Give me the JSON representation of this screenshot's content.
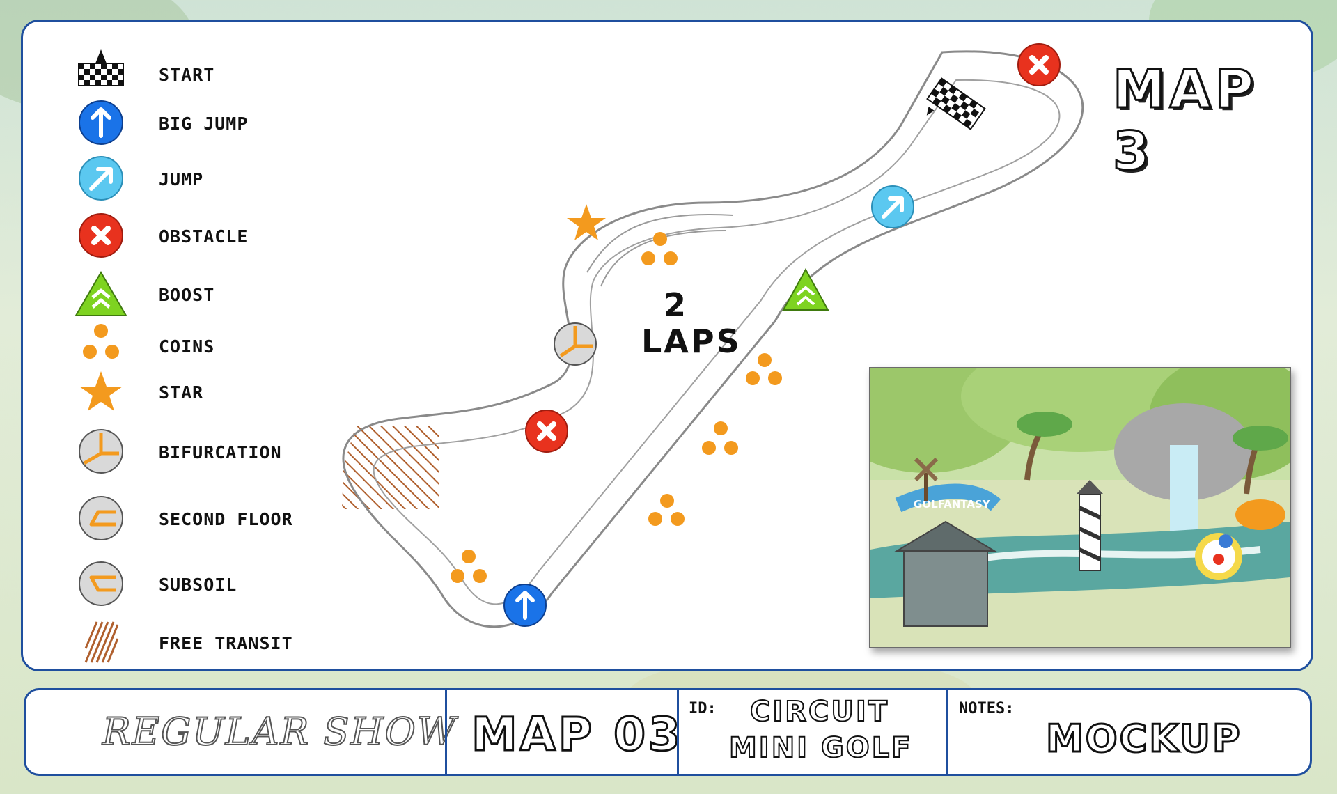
{
  "legend": [
    {
      "icon": "start-flag-icon",
      "label": "START"
    },
    {
      "icon": "big-jump-icon",
      "label": "BIG JUMP"
    },
    {
      "icon": "jump-icon",
      "label": "JUMP"
    },
    {
      "icon": "obstacle-icon",
      "label": "OBSTACLE"
    },
    {
      "icon": "boost-icon",
      "label": "BOOST"
    },
    {
      "icon": "coins-icon",
      "label": "COINS"
    },
    {
      "icon": "star-icon",
      "label": "STAR"
    },
    {
      "icon": "bifurcation-icon",
      "label": "BIFURCATION"
    },
    {
      "icon": "second-floor-icon",
      "label": "SECOND FLOOR"
    },
    {
      "icon": "subsoil-icon",
      "label": "SUBSOIL"
    },
    {
      "icon": "free-transit-icon",
      "label": "FREE TRANSIT"
    }
  ],
  "map": {
    "title": "MAP 3",
    "laps_number": "2",
    "laps_label": "LAPS",
    "scene_sign": "GOLFANTASY"
  },
  "footer": {
    "show": "REGULAR SHOW",
    "map_code": "MAP 03",
    "id_label": "ID:",
    "id_line1": "CIRCUIT",
    "id_line2": "MINI GOLF",
    "notes_label": "NOTES:",
    "notes_value": "MOCKUP"
  },
  "colors": {
    "frame": "#1f4f9e",
    "big_jump": "#1a73e8",
    "jump": "#5bc8f0",
    "obstacle": "#e8321e",
    "boost": "#7ed321",
    "coin": "#f39a1e",
    "free_transit": "#b0602e"
  }
}
